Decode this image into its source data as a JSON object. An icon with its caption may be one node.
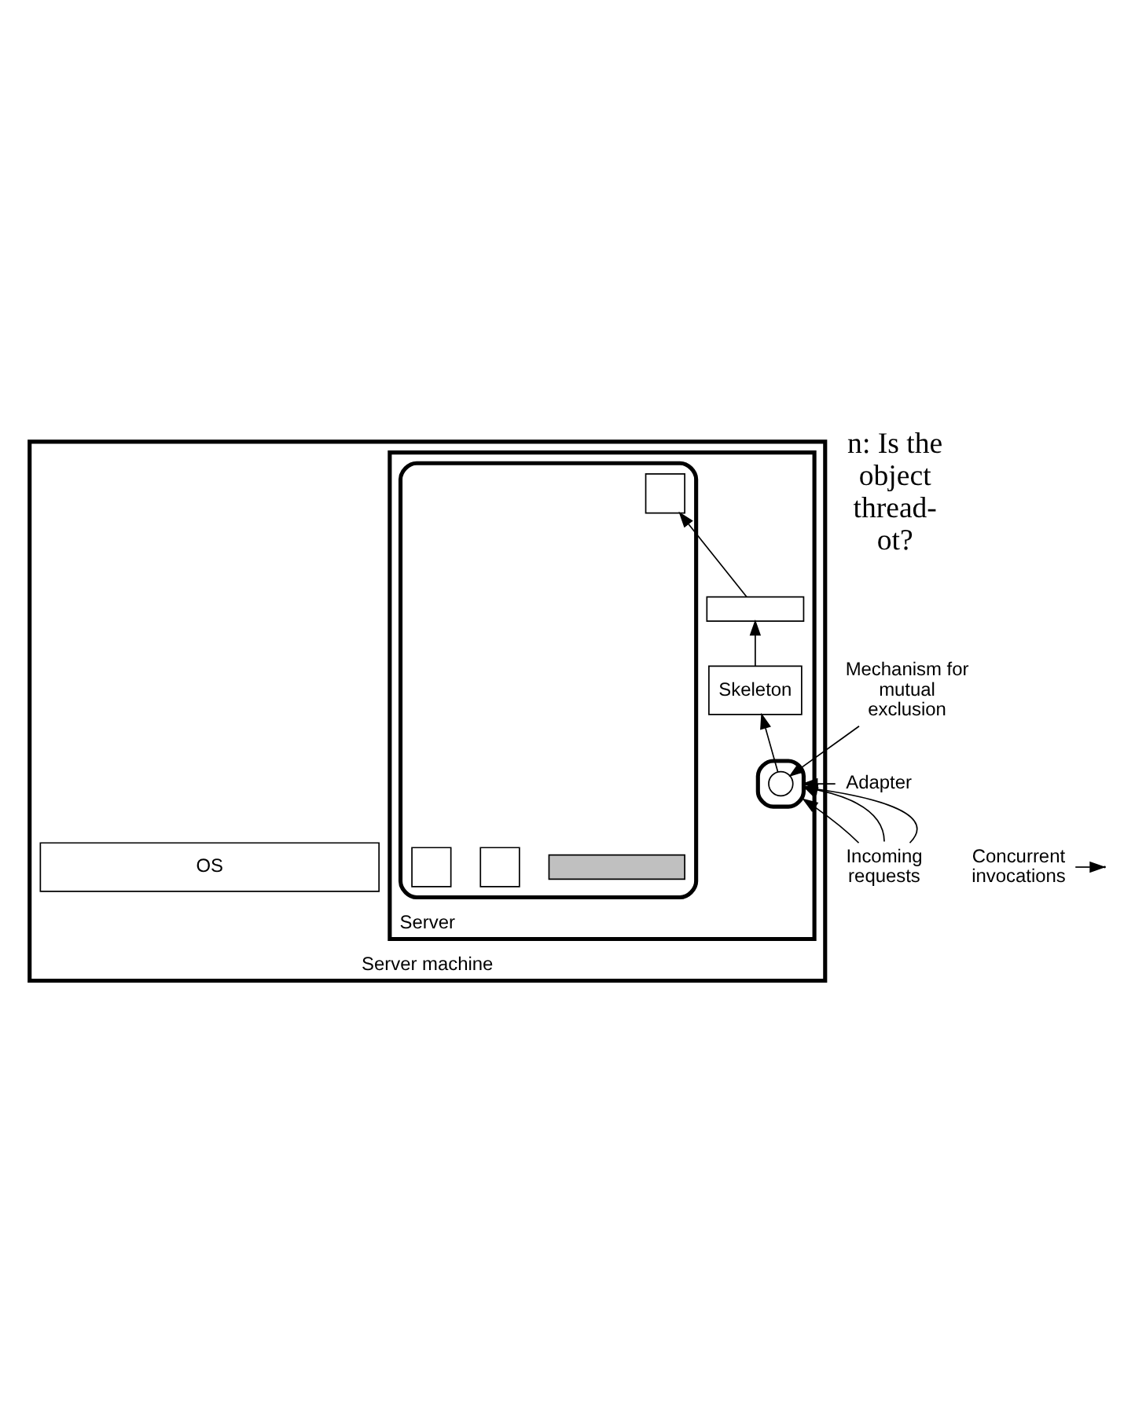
{
  "diagram": {
    "nodes": [
      {
        "text": [
          "Server machine"
        ]
      },
      {
        "text": [
          "Server"
        ],
        "in": 0
      },
      {
        "text": [],
        "shape": "box",
        "in": 1
      },
      {
        "text": [],
        "shape": "bar",
        "in": 2
      },
      {
        "text": [],
        "shape": "box",
        "in": 2
      },
      {
        "text": [],
        "shape": "box",
        "in": 2
      },
      {
        "text": [],
        "shape": "box",
        "in": 2
      },
      {
        "text": [],
        "shape": "bar",
        "in": 1
      },
      {
        "text": [
          "Skeleton"
        ],
        "in": 1
      },
      {
        "text": [],
        "shape": "box",
        "in": 1
      },
      {
        "text": [],
        "shape": "circle",
        "in": 9
      },
      {
        "text": [
          "OS"
        ],
        "in": 0
      },
      {
        "text": [
          "Mechanism for mutual exclusion"
        ]
      },
      {
        "text": [
          "Adapter"
        ]
      },
      {
        "text": [
          "Concurrent invocations"
        ]
      },
      {
        "text": [
          "Incoming requests"
        ]
      }
    ],
    "edges": [
      {
        "from": 15,
        "to": 9,
        "arrow": "to"
      },
      {
        "from": 15,
        "to": 9,
        "arrow": "to"
      },
      {
        "from": 15,
        "to": 9,
        "arrow": "to"
      },
      {
        "from": 10,
        "to": 8,
        "arrow": "to"
      },
      {
        "from": 8,
        "to": 7,
        "arrow": "to"
      },
      {
        "from": 7,
        "to": 4,
        "arrow": "to"
      },
      {
        "from": 12,
        "to": 10,
        "arrow": "to"
      },
      {
        "from": 13,
        "to": 9,
        "arrow": "to"
      },
      {
        "from": 14,
        "to": null,
        "arrow": "to"
      }
    ],
    "labels": [
      "n: Is the object thread- ot?"
    ]
  }
}
